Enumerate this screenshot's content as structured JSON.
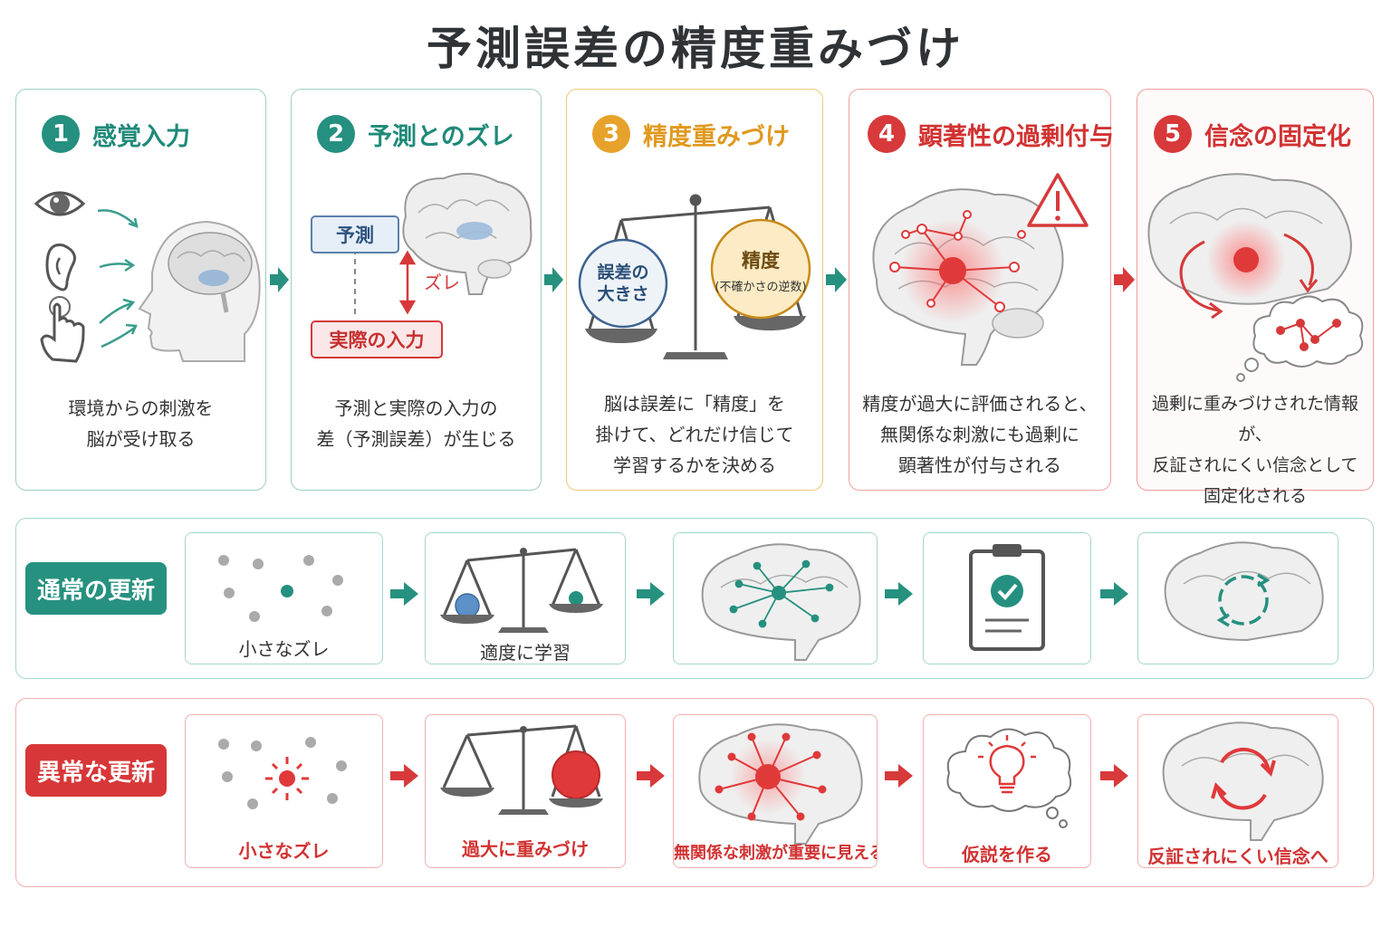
{
  "title": "予測誤差の精度重みづけ",
  "steps": [
    {
      "num": "1",
      "title": "感覚入力",
      "desc": [
        "環境からの刺激を",
        "脳が受け取る"
      ]
    },
    {
      "num": "2",
      "title": "予測とのズレ",
      "desc": [
        "予測と実際の入力の",
        "差（予測誤差）が生じる"
      ],
      "labels": {
        "prediction": "予測",
        "zure": "ズレ",
        "actual": "実際の入力"
      }
    },
    {
      "num": "3",
      "title": "精度重みづけ",
      "desc": [
        "脳は誤差に「精度」を",
        "掛けて、どれだけ信じて",
        "学習するかを決める"
      ],
      "labels": {
        "error_line1": "誤差の",
        "error_line2": "大きさ",
        "precision": "精度",
        "precision_sub": "(不確かさの逆数)"
      }
    },
    {
      "num": "4",
      "title": "顕著性の過剰付与",
      "desc": [
        "精度が過大に評価されると、",
        "無関係な刺激にも過剰に",
        "顕著性が付与される"
      ]
    },
    {
      "num": "5",
      "title": "信念の固定化",
      "desc": [
        "過剰に重みづけされた情報が、",
        "反証されにくい信念として",
        "固定化される"
      ]
    }
  ],
  "normal": {
    "label": "通常の更新",
    "panels": [
      "小さなズレ",
      "適度に学習",
      "",
      "",
      ""
    ]
  },
  "abnormal": {
    "label": "異常な更新",
    "panels": [
      "小さなズレ",
      "過大に重みづけ",
      "無関係な刺激が重要に見える",
      "仮説を作る",
      "反証されにくい信念へ"
    ]
  },
  "colors": {
    "teal": "#25907f",
    "amber": "#e6a22a",
    "red": "#d8393a"
  }
}
